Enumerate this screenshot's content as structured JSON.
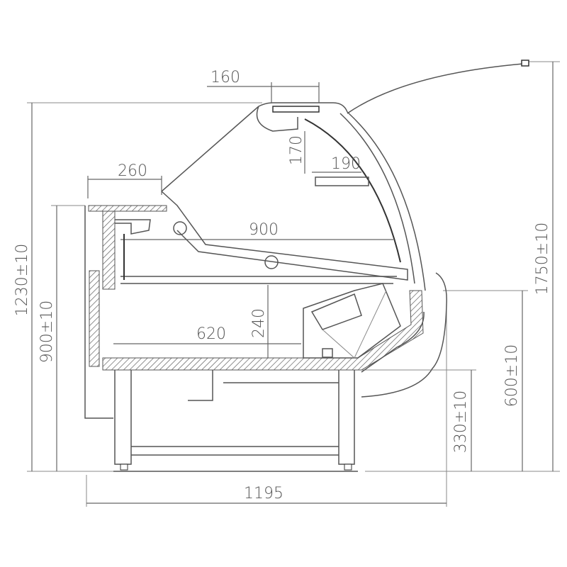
{
  "drawing": {
    "title": "Refrigerated display counter side section",
    "dimensions": {
      "top_glass_depth": "160",
      "top_shelf_depth": "260",
      "top_shelf_height": "170",
      "top_shelf_width": "190",
      "display_depth": "900",
      "base_depth": "620",
      "base_height": "240",
      "overall_height_closed": "1230±10",
      "counter_height": "900±10",
      "overall_height_open": "1750±10",
      "front_height": "600±10",
      "base_clearance": "330±10",
      "overall_depth": "1195"
    }
  }
}
